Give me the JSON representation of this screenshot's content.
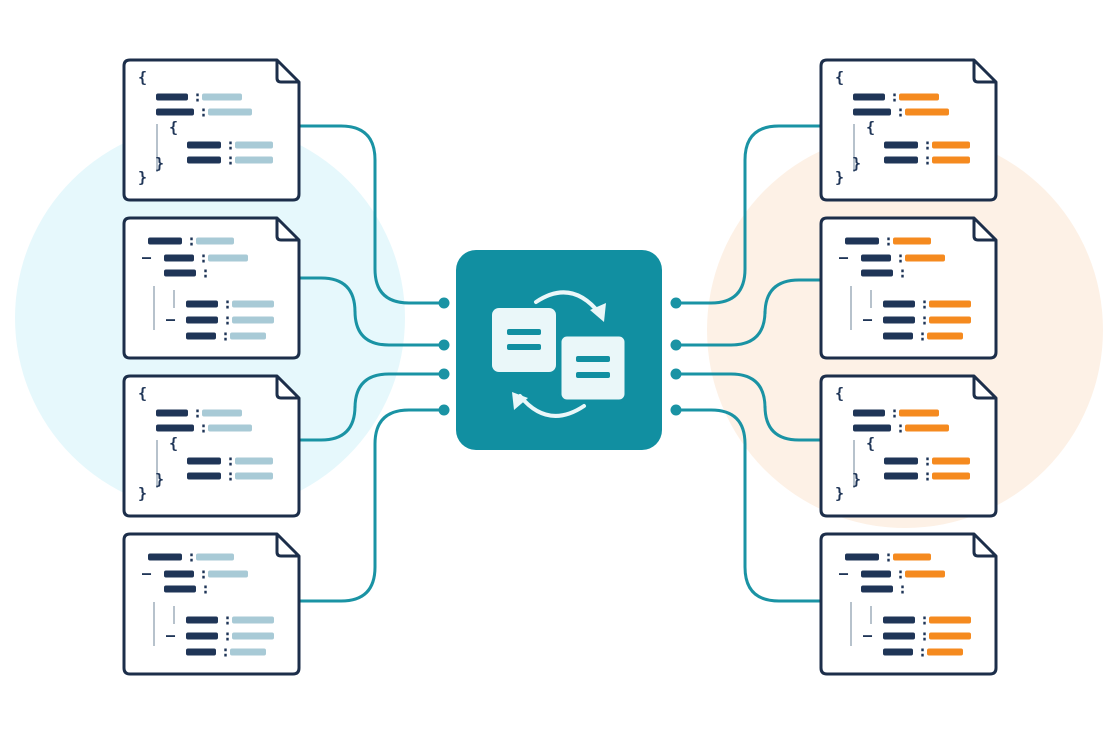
{
  "palette": {
    "outline": "#1c2e4a",
    "key_bar": "#1f3557",
    "value_left": "#a8cad6",
    "value_right": "#f58a1f",
    "connector": "#1a93a4",
    "hub_fill": "#118fa1",
    "hub_doc": "#eaf7f9",
    "blob_left": "#e6f8fc",
    "blob_right": "#fdf1e6",
    "indent_guide": "#b7c2cc"
  },
  "icons": {
    "hub": "sync-transform-icon",
    "documents": "json-document-icon",
    "arrows": "refresh-arrows-icon"
  },
  "hub": {
    "name": "transformer-hub"
  },
  "documents_left": [
    {
      "name": "source-doc-1",
      "layout": "nested-object"
    },
    {
      "name": "source-doc-2",
      "layout": "list"
    },
    {
      "name": "source-doc-3",
      "layout": "nested-object"
    },
    {
      "name": "source-doc-4",
      "layout": "list"
    }
  ],
  "documents_right": [
    {
      "name": "target-doc-1",
      "layout": "nested-object"
    },
    {
      "name": "target-doc-2",
      "layout": "list"
    },
    {
      "name": "target-doc-3",
      "layout": "nested-object"
    },
    {
      "name": "target-doc-4",
      "layout": "list"
    }
  ],
  "glyphs": {
    "open_brace": "{",
    "close_brace": "}",
    "colon": ":",
    "dash": "–"
  }
}
